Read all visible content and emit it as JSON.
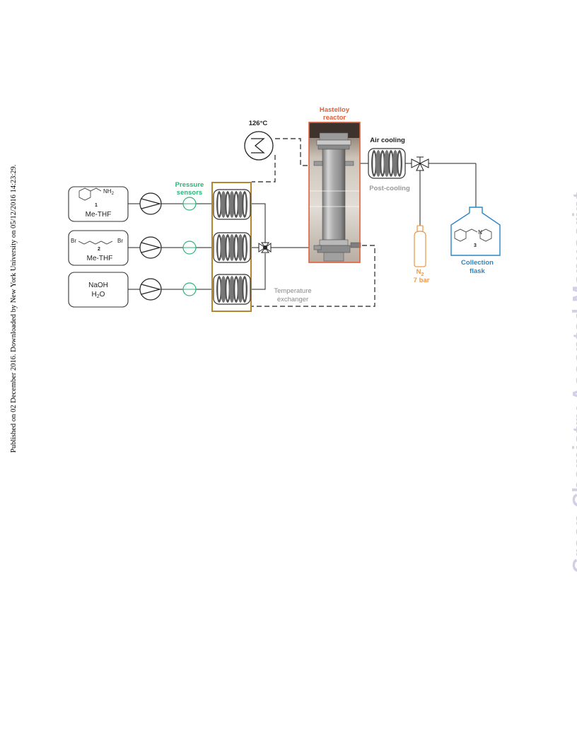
{
  "side_note": "Published on 02 December 2016. Downloaded by New York University on 05/12/2016 14:23:29.",
  "watermark": "Green Chemistry Accepted Manuscript",
  "diagram": {
    "temperature_label": "126°C",
    "reactor_label_line1": "Hastelloy",
    "reactor_label_line2": "reactor",
    "air_cooling_label": "Air cooling",
    "post_cooling_label": "Post-cooling",
    "pressure_sensors_line1": "Pressure",
    "pressure_sensors_line2": "sensors",
    "temperature_exchanger_line1": "Temperature",
    "temperature_exchanger_line2": "exchanger",
    "n2_label": "N",
    "n2_sub": "2",
    "n2_pressure": "7 bar",
    "collection_flask_line1": "Collection",
    "collection_flask_line2": "flask",
    "reagents": [
      {
        "number": "1",
        "group": "NH",
        "group_sub": "2",
        "solvent": "Me-THF"
      },
      {
        "number": "2",
        "br_left": "Br",
        "br_right": "Br",
        "solvent": "Me-THF"
      },
      {
        "line1": "NaOH",
        "line2_main": "H",
        "line2_sub": "2",
        "line2_end": "O"
      }
    ],
    "product_number": "3",
    "product_atom": "N",
    "colors": {
      "reactor": "#e0603c",
      "exchanger": "#b5862a",
      "sensor": "#2fb37a",
      "n2": "#ee9a4e",
      "flask": "#2b86c6",
      "grey_text": "#8a8a8a"
    }
  }
}
